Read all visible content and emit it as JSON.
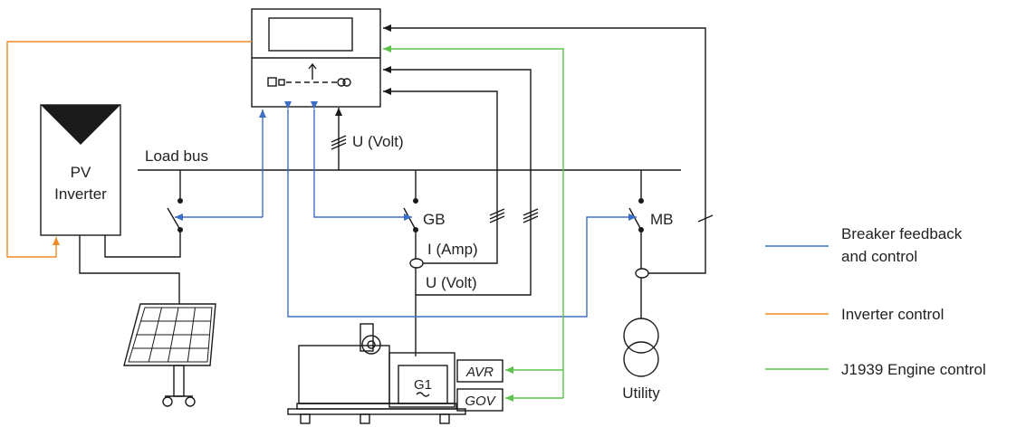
{
  "labels": {
    "load_bus": "Load bus",
    "pv": "PV",
    "inverter": "Inverter",
    "u_volt_top": "U (Volt)",
    "gb": "GB",
    "mb": "MB",
    "i_amp": "I (Amp)",
    "u_volt_bottom": "U (Volt)",
    "avr": "AVR",
    "gov": "GOV",
    "g1": "G1",
    "utility": "Utility"
  },
  "legend": [
    {
      "label_line1": "Breaker feedback",
      "label_line2": "and control",
      "color": "#3e6ec3"
    },
    {
      "label_line1": "Inverter control",
      "label_line2": "",
      "color": "#ef8a26"
    },
    {
      "label_line1": "J1939 Engine control",
      "label_line2": "",
      "color": "#5cc24a"
    }
  ],
  "colors": {
    "line": "#1a1a1a",
    "breaker": "#3e6ec3",
    "inverter": "#ef8a26",
    "engine": "#5cc24a"
  }
}
